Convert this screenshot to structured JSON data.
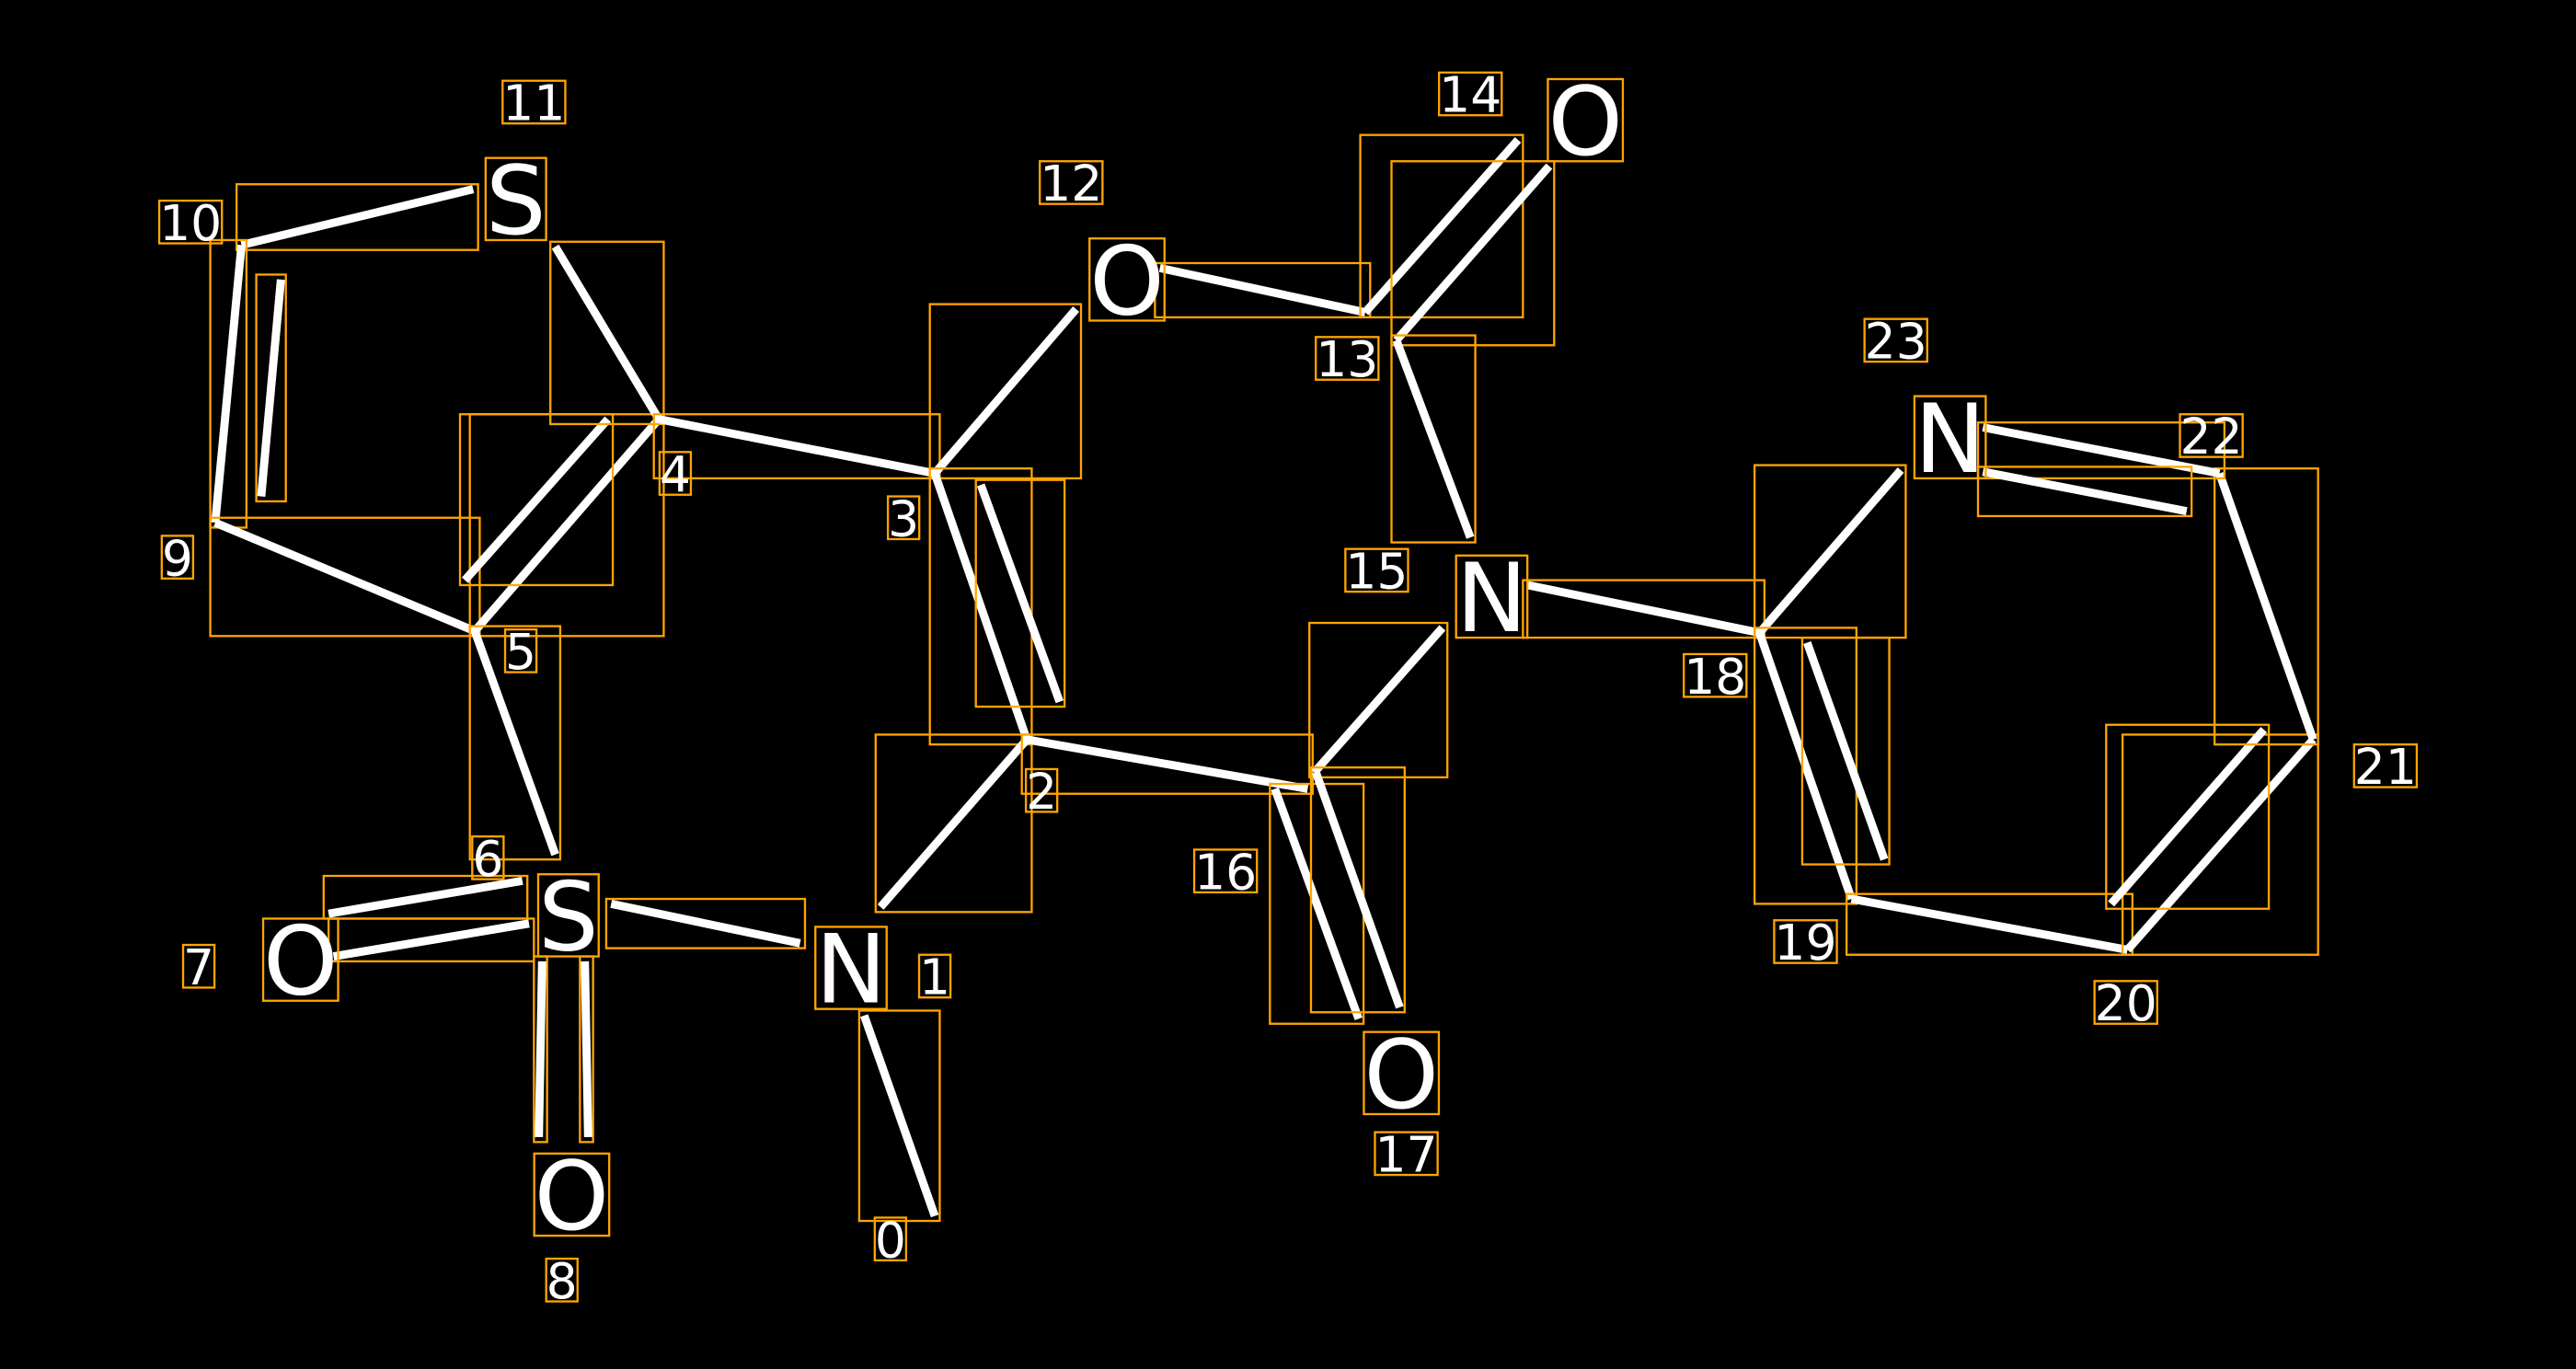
{
  "diagram": {
    "type": "molecule-structure",
    "box_color": "#ffa500",
    "bond_color": "#ffffff",
    "background": "#000000",
    "atom_symbols": [
      {
        "id": "N1",
        "symbol": "N"
      },
      {
        "id": "S6",
        "symbol": "S"
      },
      {
        "id": "O7",
        "symbol": "O"
      },
      {
        "id": "O8",
        "symbol": "O"
      },
      {
        "id": "S11",
        "symbol": "S"
      },
      {
        "id": "O12",
        "symbol": "O"
      },
      {
        "id": "O14",
        "symbol": "O"
      },
      {
        "id": "N15",
        "symbol": "N"
      },
      {
        "id": "O17",
        "symbol": "O"
      },
      {
        "id": "N23",
        "symbol": "N"
      }
    ],
    "atom_indices": [
      "0",
      "1",
      "2",
      "3",
      "4",
      "5",
      "6",
      "7",
      "8",
      "9",
      "10",
      "11",
      "12",
      "13",
      "14",
      "15",
      "16",
      "17",
      "18",
      "19",
      "20",
      "21",
      "22",
      "23"
    ]
  }
}
